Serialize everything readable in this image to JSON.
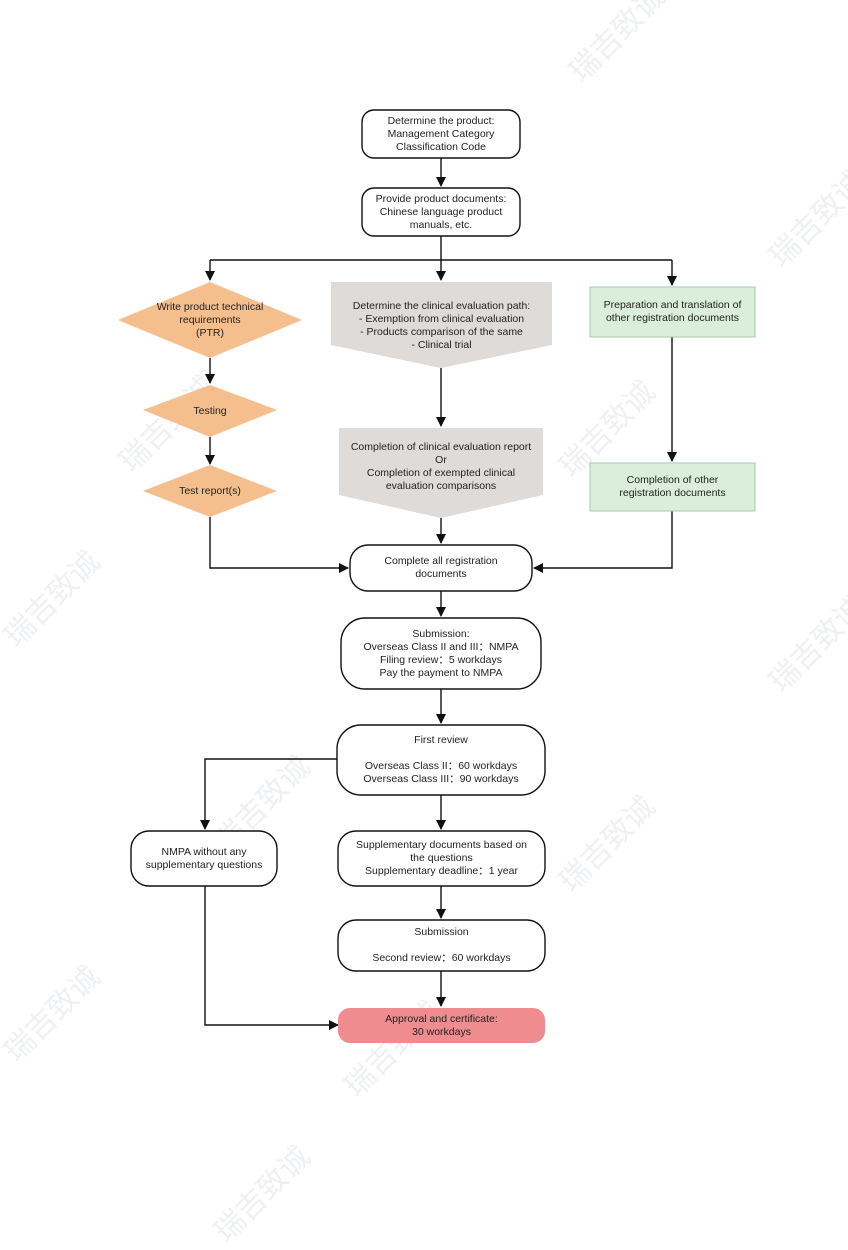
{
  "watermark": "瑞吉致诚",
  "colors": {
    "line": "#111111",
    "diamond_fill": "#f4bf8c",
    "gray_fill": "#dedbd8",
    "green_fill": "#dbeeda",
    "green_stroke": "#a7cba5",
    "red_fill": "#ee8c90"
  },
  "nodes": {
    "determine_product": [
      "Determine the product:",
      "Management Category",
      "Classification Code"
    ],
    "provide_documents": [
      "Provide product documents:",
      "Chinese language product",
      "manuals, etc."
    ],
    "write_ptr": [
      "Write product technical",
      "requirements",
      "(PTR)"
    ],
    "testing": [
      "Testing"
    ],
    "test_report": [
      "Test report(s)"
    ],
    "clinical_path": [
      "Determine the clinical evaluation path:",
      "- Exemption from clinical evaluation",
      "- Products comparison of the same",
      "- Clinical trial"
    ],
    "clinical_report": [
      "Completion of clinical evaluation report",
      "Or",
      "Completion of exempted clinical",
      "evaluation comparisons"
    ],
    "prep_translation": [
      "Preparation and translation of",
      "other registration documents"
    ],
    "other_docs": [
      "Completion of other",
      "registration documents"
    ],
    "complete_all": [
      "Complete all registration",
      "documents"
    ],
    "submission1": [
      "Submission:",
      "Overseas Class II and III：NMPA",
      "Filing review：5 workdays",
      "Pay the payment to NMPA"
    ],
    "first_review": [
      "First review",
      "",
      "Overseas Class II：60 workdays",
      "Overseas Class III：90 workdays"
    ],
    "no_questions": [
      "NMPA without any",
      "supplementary questions"
    ],
    "supplementary": [
      "Supplementary documents based on",
      "the questions",
      "Supplementary deadline：1 year"
    ],
    "submission2": [
      "Submission",
      "",
      "Second review：60 workdays"
    ],
    "approval": [
      "Approval and certificate:",
      "30 workdays"
    ]
  }
}
